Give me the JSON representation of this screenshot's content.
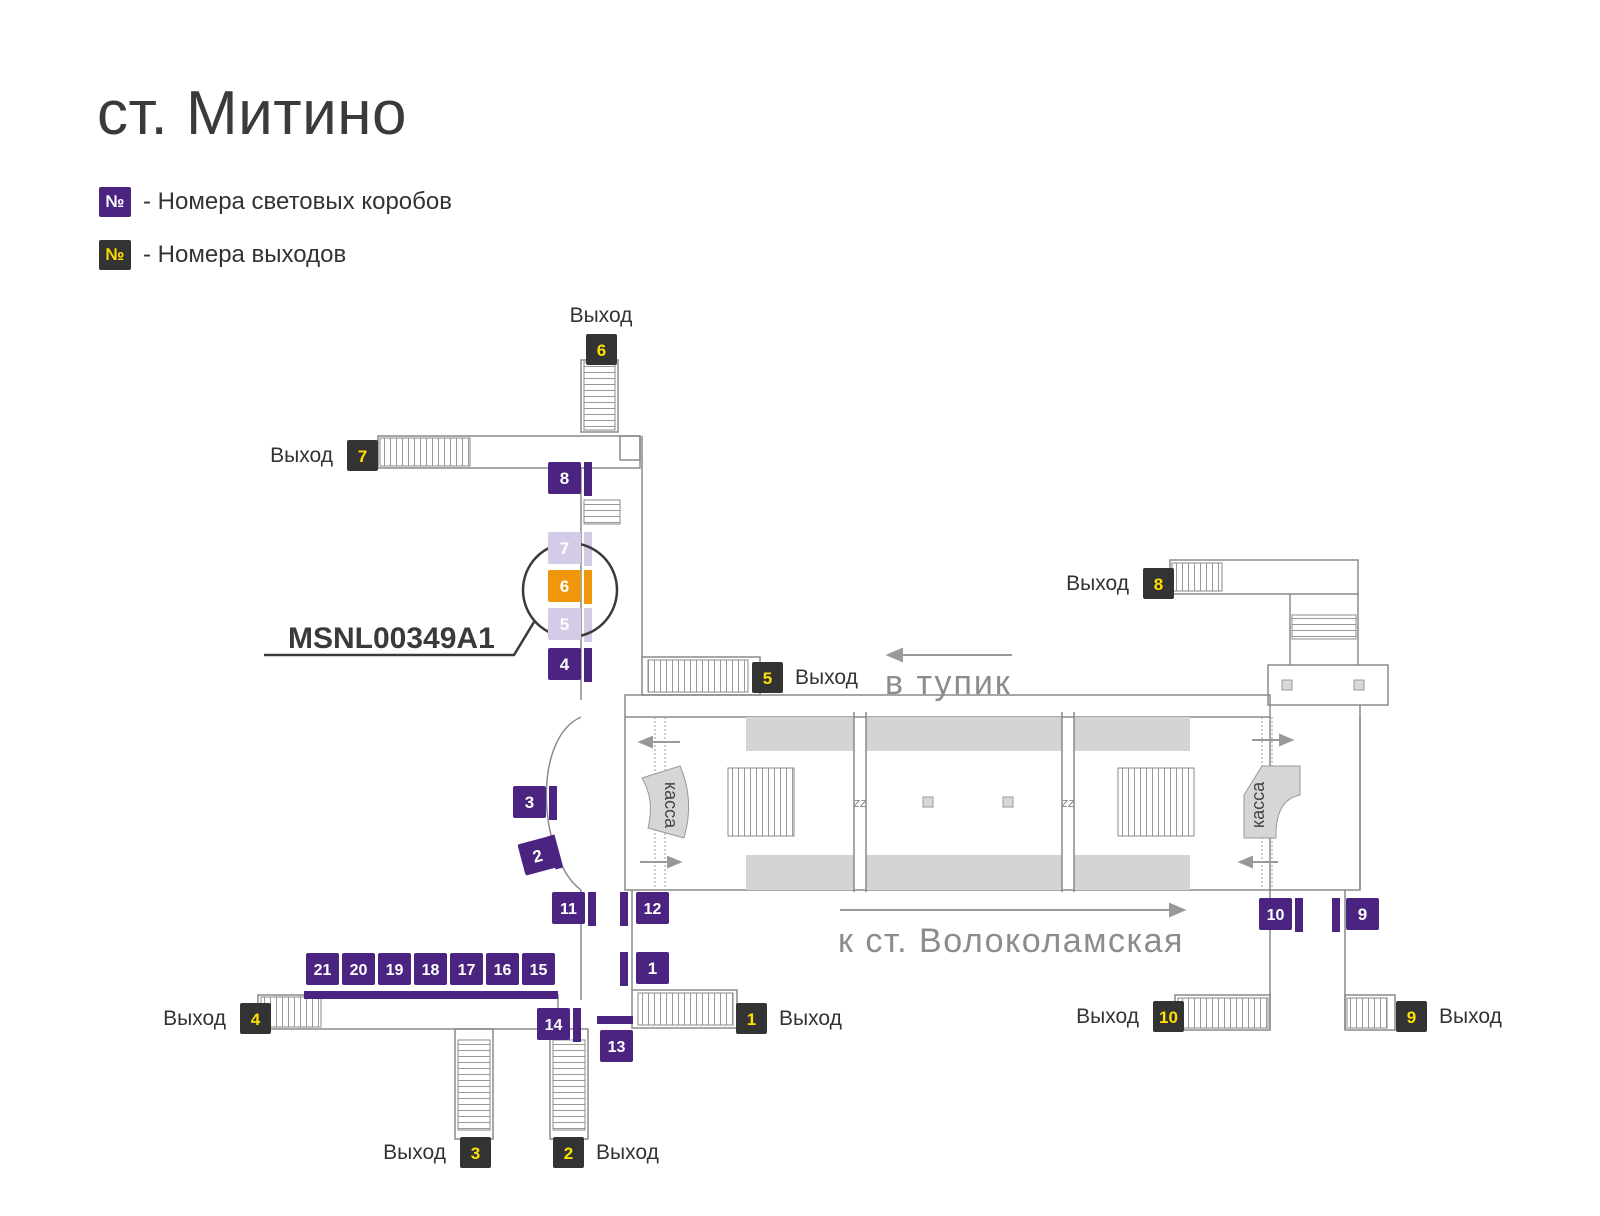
{
  "title": "ст. Митино",
  "legend": {
    "symbol": "№",
    "box_text": "- Номера световых коробов",
    "exit_text": "- Номера выходов"
  },
  "colors": {
    "box": "#4a2480",
    "exit": "#333333",
    "exit_number": "#ffe000",
    "highlight": "#f0960a",
    "faded": "#d4cce6",
    "platform": "#d4d4d4",
    "wall": "#888888"
  },
  "exit_label": "Выход",
  "exits": [
    "6",
    "7",
    "8",
    "5",
    "4",
    "1",
    "10",
    "9",
    "3",
    "2"
  ],
  "light_boxes": [
    "8",
    "7",
    "6",
    "5",
    "4",
    "3",
    "2",
    "11",
    "12",
    "21",
    "20",
    "19",
    "18",
    "17",
    "16",
    "15",
    "1",
    "14",
    "13",
    "10",
    "9"
  ],
  "highlighted_box": "6",
  "callout_code": "MSNL00349A1",
  "direction_dead_end": "в тупик",
  "direction_volokolamskaya": "к ст. Волоколамская",
  "kassa": "касса",
  "escalator_mark": "zz"
}
